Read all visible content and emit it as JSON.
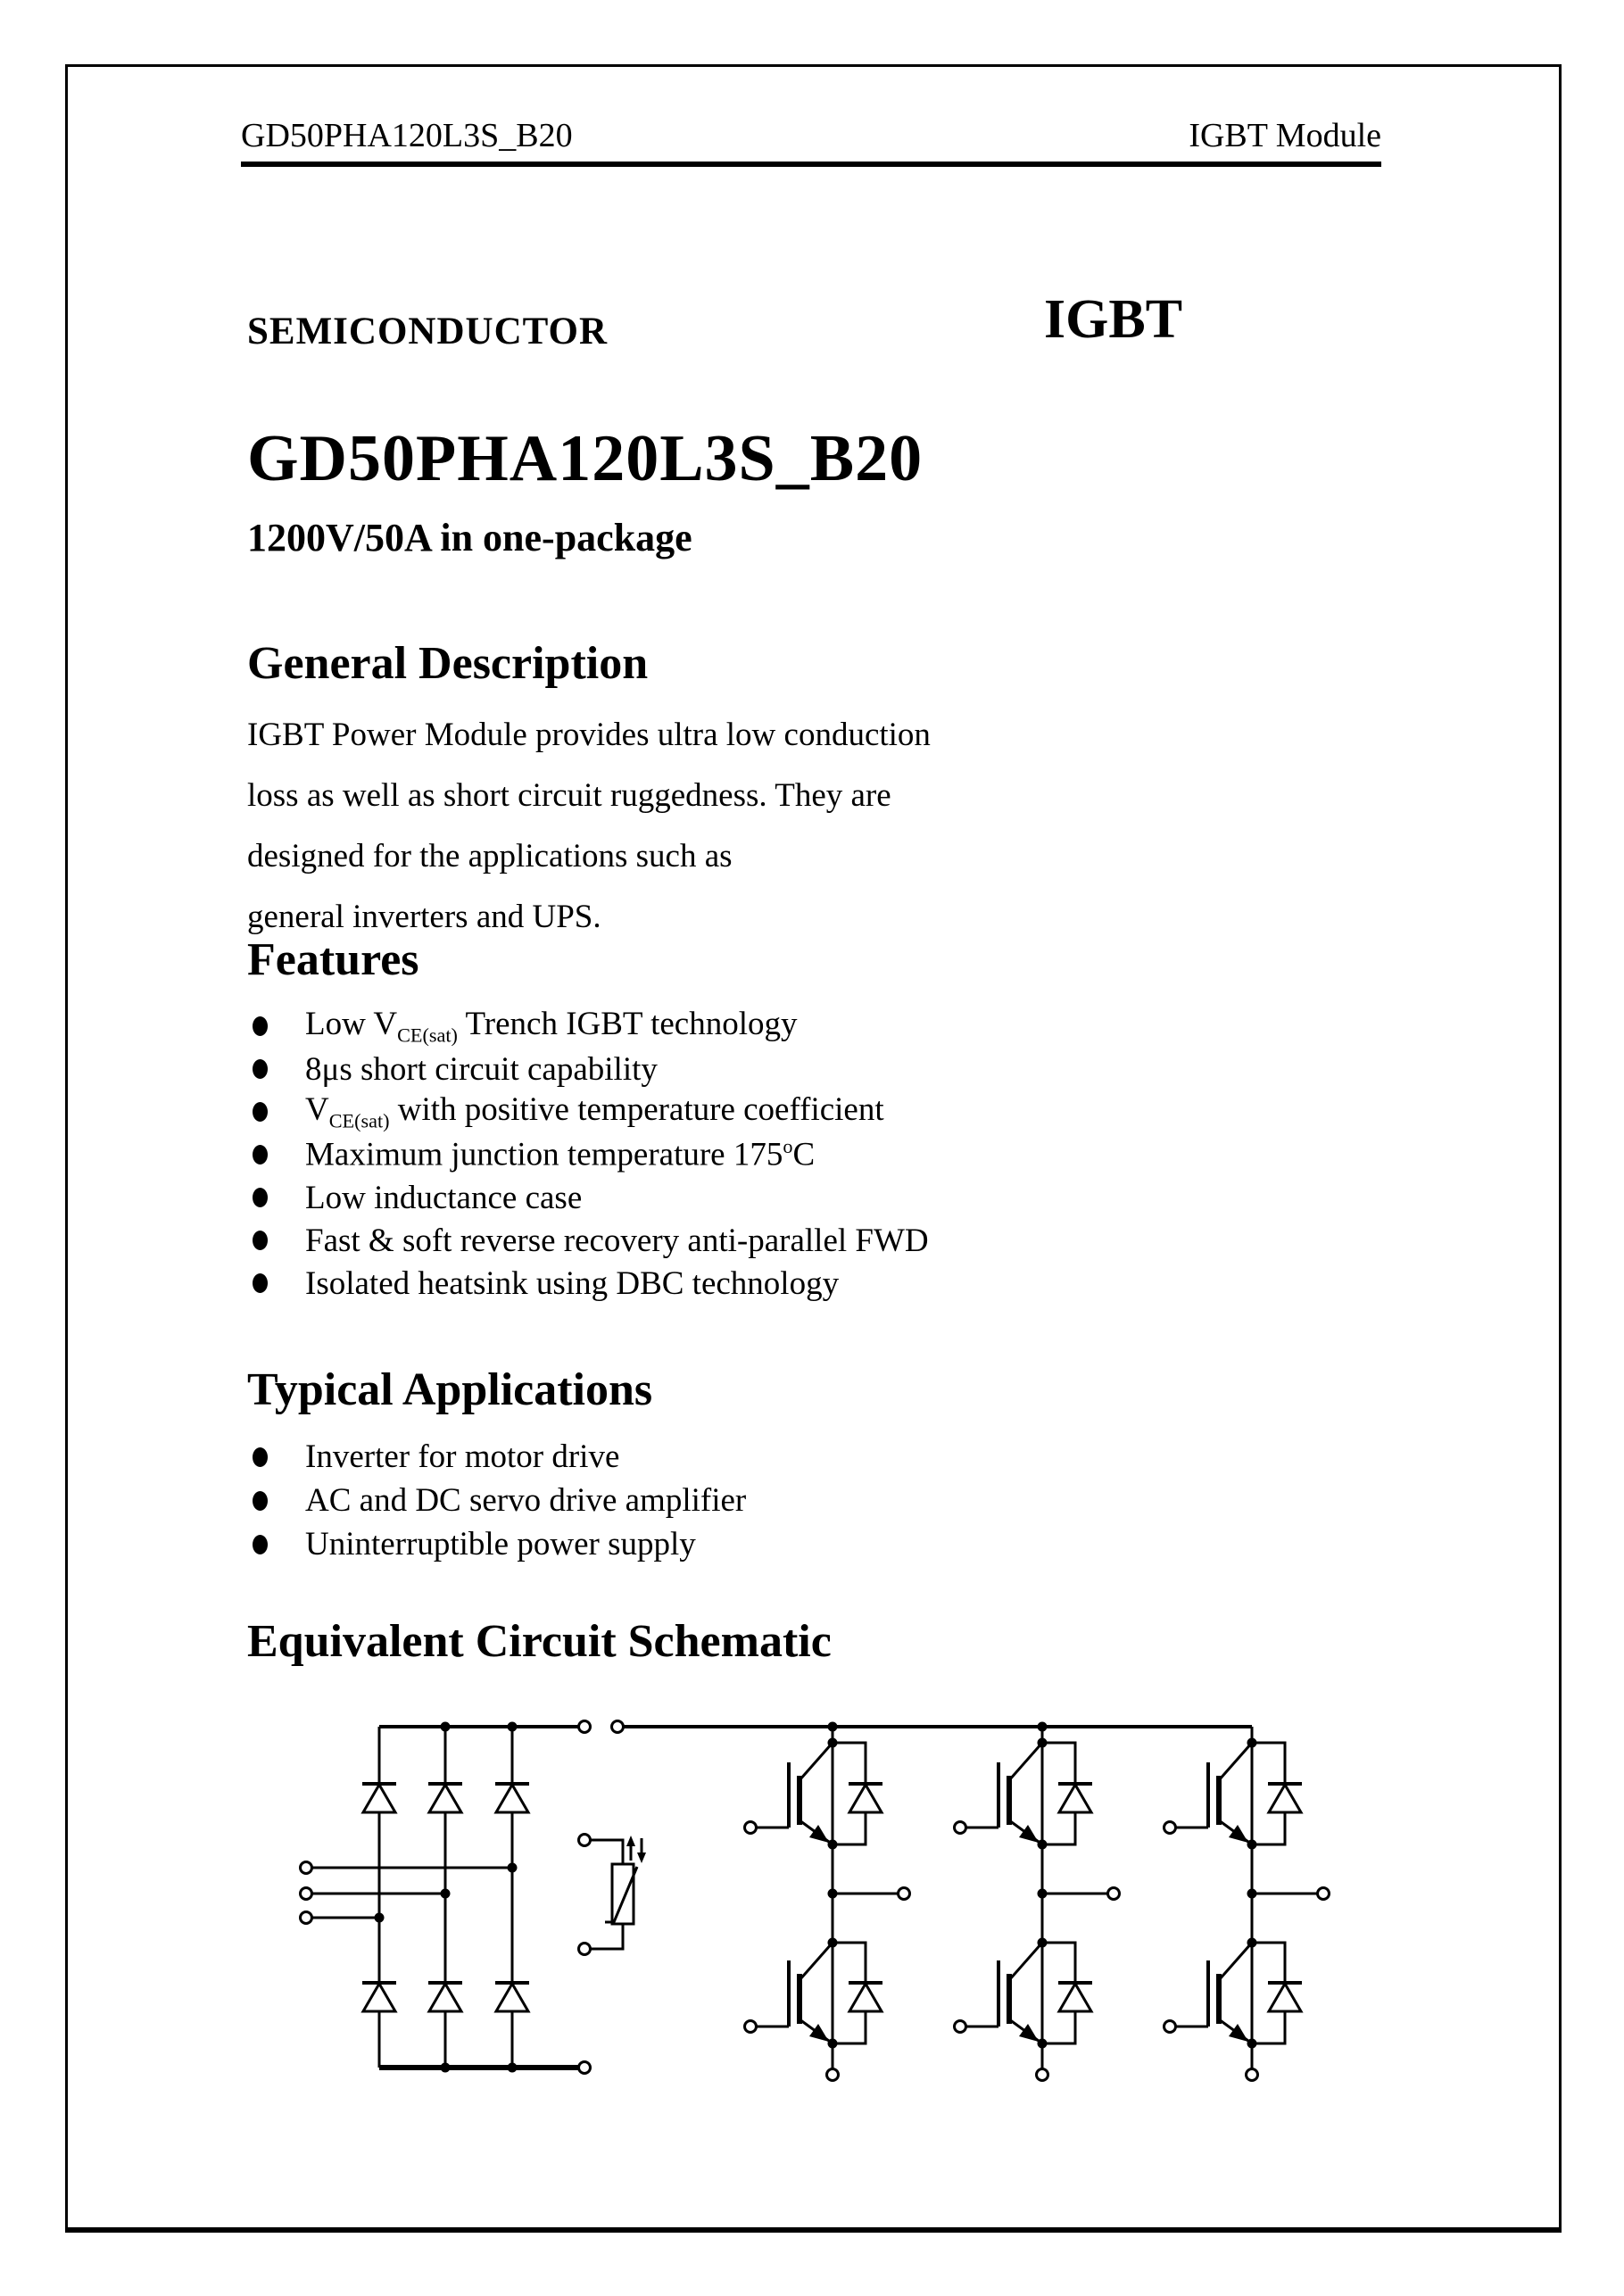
{
  "colors": {
    "ink": "#000000",
    "paper": "#ffffff"
  },
  "header": {
    "left": "GD50PHA120L3S_B20",
    "right": "IGBT Module"
  },
  "brand": {
    "semiconductor": "SEMICONDUCTOR",
    "product_family": "IGBT"
  },
  "product": {
    "title": "GD50PHA120L3S_B20",
    "subtitle": "1200V/50A in one-package"
  },
  "general_description": {
    "heading": "General Description",
    "lines": [
      "IGBT Power Module provides ultra low conduction",
      "loss as well as short circuit ruggedness. They are",
      "designed for the applications such as",
      "general inverters and UPS."
    ]
  },
  "features": {
    "heading": "Features",
    "items": [
      {
        "pre": "Low V",
        "mid": "CE(sat)",
        "midClass": "sub",
        "post": " Trench IGBT technology"
      },
      {
        "pre": "8μs short circuit capability",
        "mid": "",
        "midClass": "",
        "post": ""
      },
      {
        "pre": "V",
        "mid": "CE(sat)",
        "midClass": "sub",
        "post": " with positive temperature coefficient"
      },
      {
        "pre": "Maximum junction temperature 175",
        "mid": "o",
        "midClass": "sup",
        "post": "C"
      },
      {
        "pre": "Low inductance case",
        "mid": "",
        "midClass": "",
        "post": ""
      },
      {
        "pre": "Fast & soft reverse recovery anti-parallel FWD",
        "mid": "",
        "midClass": "",
        "post": ""
      },
      {
        "pre": "Isolated heatsink using DBC technology",
        "mid": "",
        "midClass": "",
        "post": ""
      }
    ]
  },
  "applications": {
    "heading": "Typical Applications",
    "items": [
      "Inverter for motor drive",
      "AC and DC servo drive amplifier",
      "Uninterruptible power supply"
    ]
  },
  "schematic": {
    "heading": "Equivalent Circuit Schematic"
  }
}
